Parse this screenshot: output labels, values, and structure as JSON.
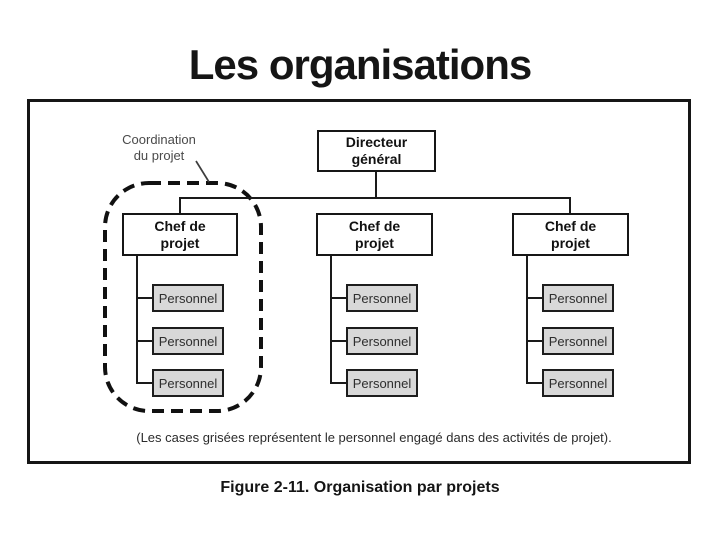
{
  "slide": {
    "title": "Les organisations",
    "background_color": "#ffffff"
  },
  "figure": {
    "frame_border_color": "#161616",
    "connector_color": "#1a1a1a",
    "annotation": {
      "line1": "Coordination",
      "line2": "du projet",
      "text_color": "#4a4a4a",
      "outline_style": "dashed-rounded-rectangle",
      "outline_color": "#111111"
    },
    "org_chart": {
      "root": {
        "line1": "Directeur",
        "line2": "général"
      },
      "columns": [
        {
          "manager": {
            "line1": "Chef de",
            "line2": "projet"
          },
          "staff": [
            "Personnel",
            "Personnel",
            "Personnel"
          ]
        },
        {
          "manager": {
            "line1": "Chef de",
            "line2": "projet"
          },
          "staff": [
            "Personnel",
            "Personnel",
            "Personnel"
          ]
        },
        {
          "manager": {
            "line1": "Chef de",
            "line2": "projet"
          },
          "staff": [
            "Personnel",
            "Personnel",
            "Personnel"
          ]
        }
      ],
      "staff_fill_color": "#d8d8d8",
      "manager_fill_color": "#ffffff"
    },
    "note": "(Les cases grisées représentent le personnel engagé dans des activités de projet).",
    "caption": "Figure 2-11. Organisation par projets"
  }
}
